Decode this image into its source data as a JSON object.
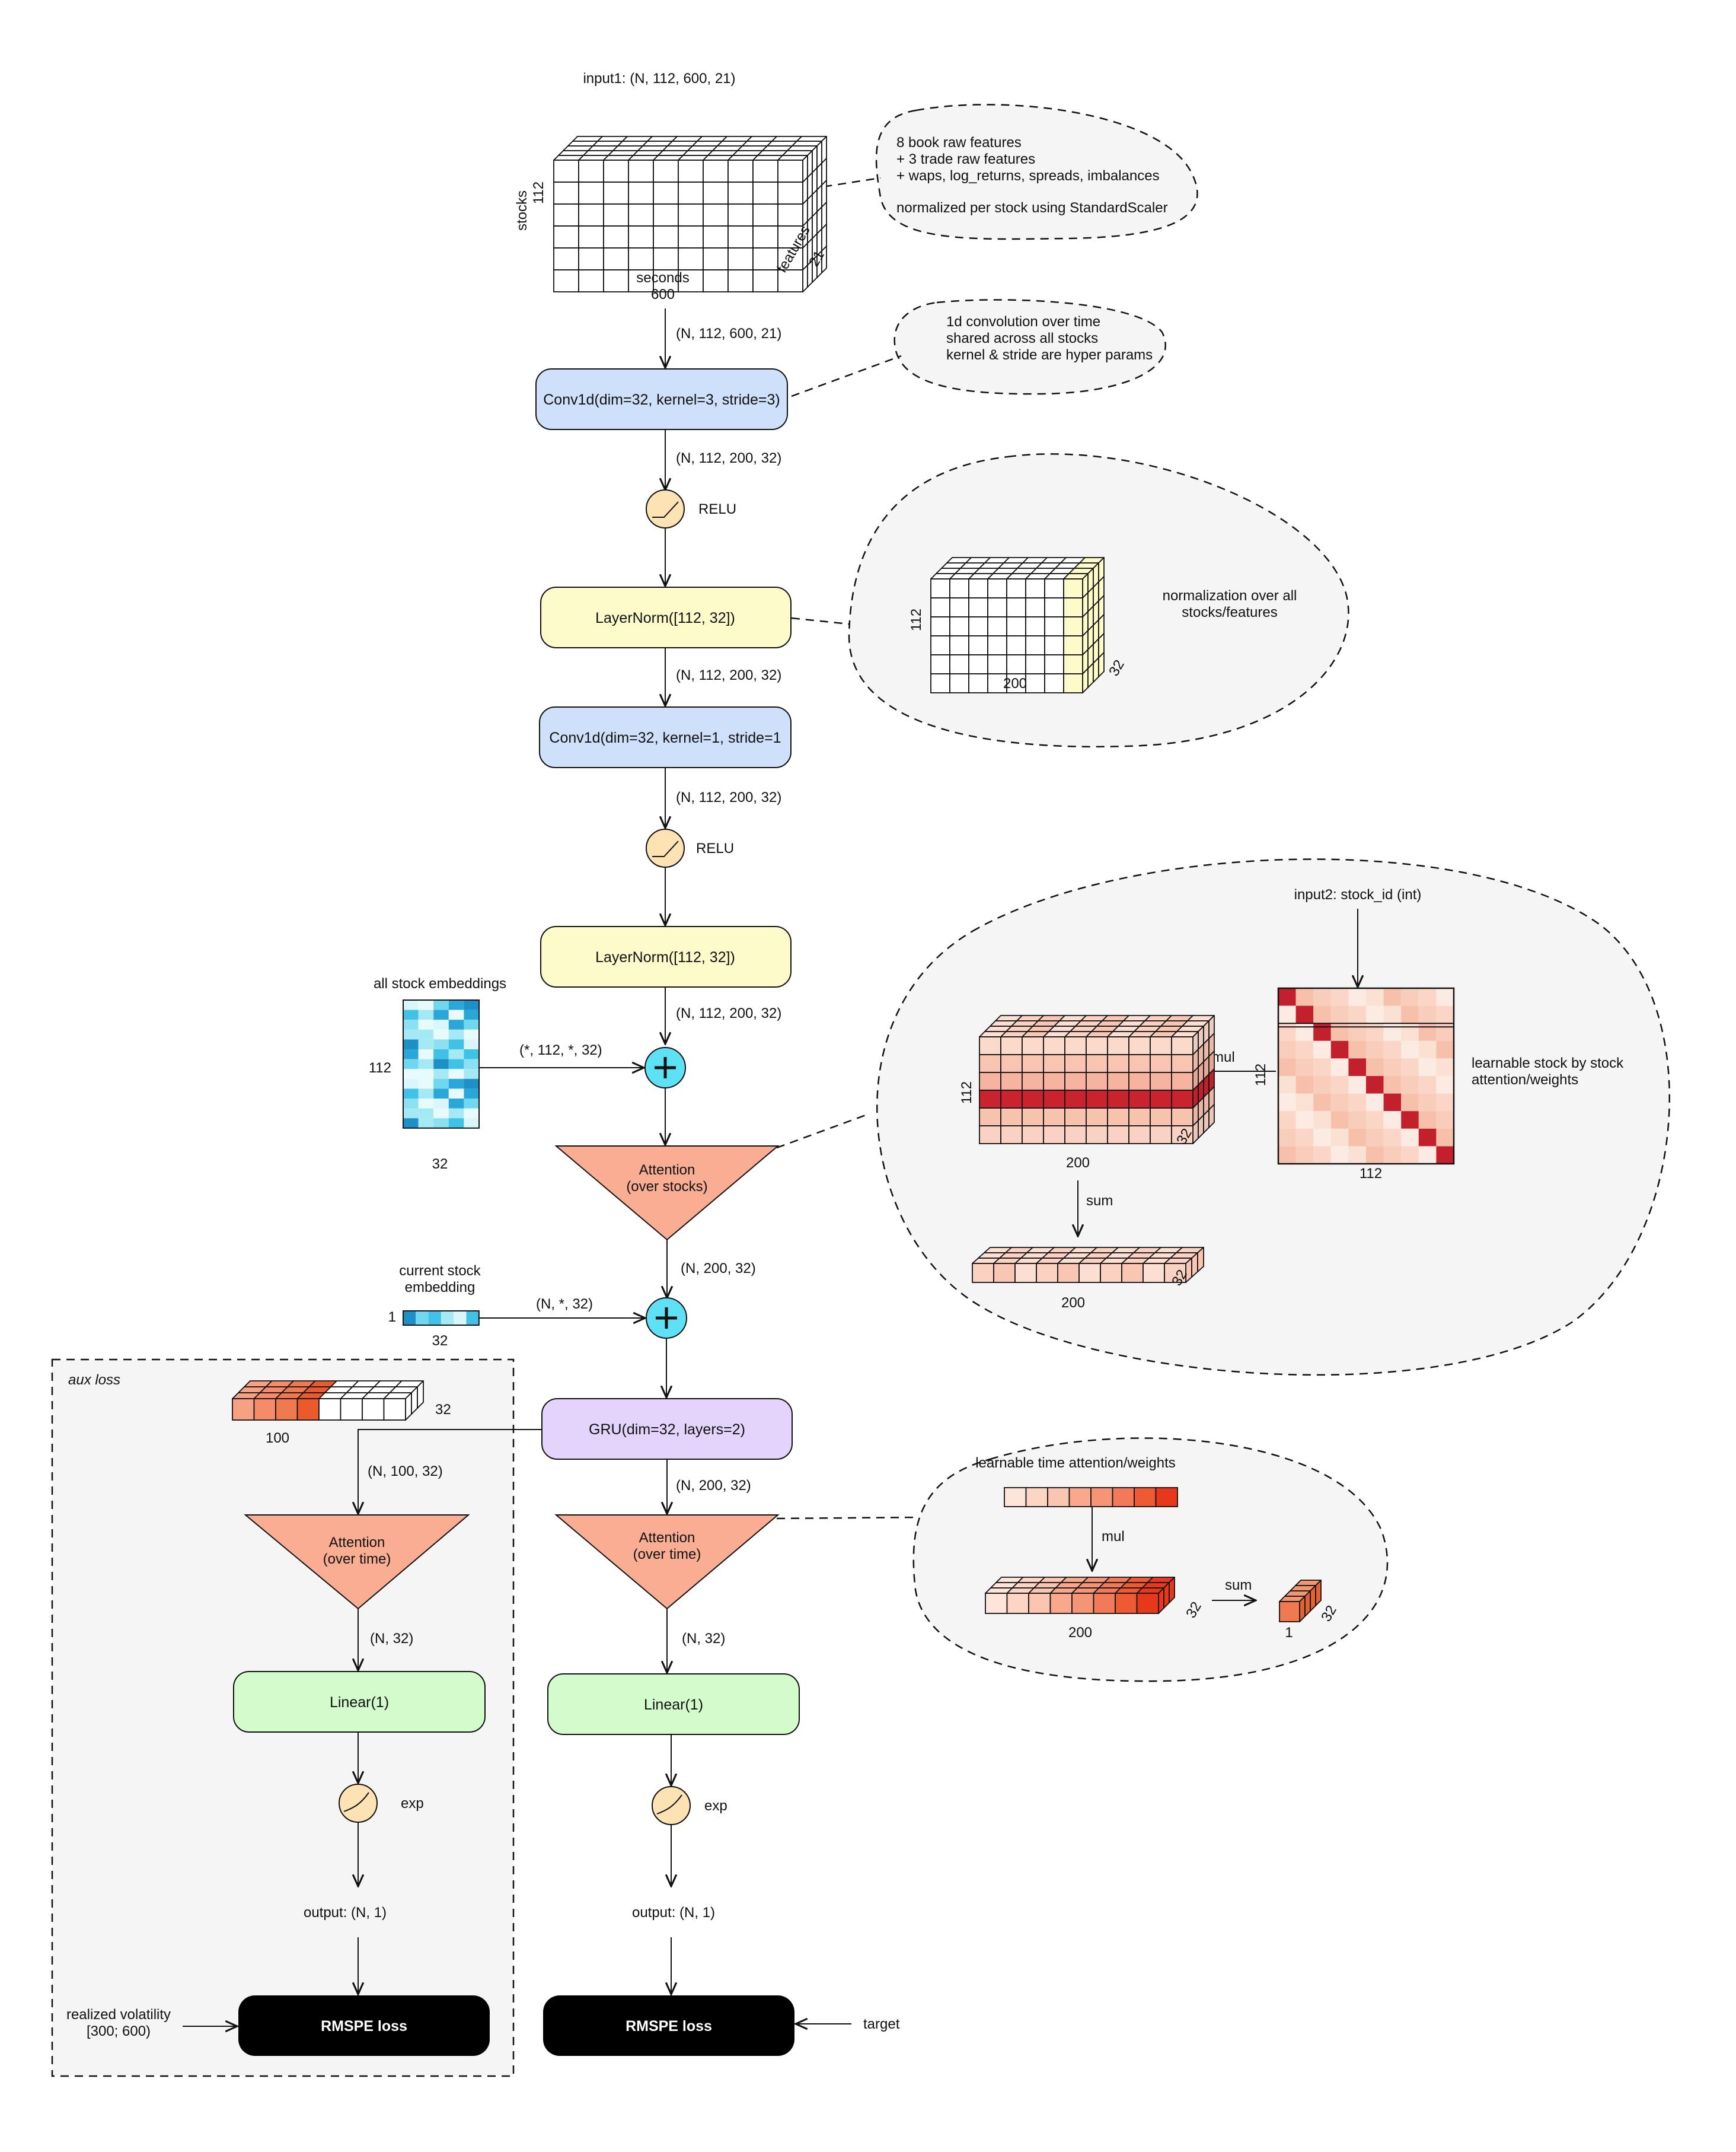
{
  "colors": {
    "conv": "#cfe0fb",
    "norm": "#fdfbc9",
    "gru": "#e4d4fb",
    "linear": "#d4fbcb",
    "attention": "#f9ad93",
    "activation": "#fde3b4",
    "plus": "#5ee0f5",
    "loss": "#000000",
    "bubble": "#f5f5f5",
    "aux_panel": "#f5f5f5"
  },
  "input": {
    "title": "input1: (N, 112, 600, 21)",
    "stocks_axis": "stocks",
    "stocks_count": "112",
    "seconds_axis": "seconds",
    "seconds_count": "600",
    "features_axis": "features",
    "features_count": "21"
  },
  "notes": {
    "features": {
      "line1": "8 book raw features",
      "line2": "+ 3 trade raw features",
      "line3": "+ waps, log_returns, spreads, imbalances",
      "line4": "normalized per stock using StandardScaler"
    },
    "conv": {
      "line1": "1d convolution over time",
      "line2": "shared across all stocks",
      "line3": "kernel & stride are hyper params"
    },
    "layernorm": {
      "line1": "normalization over all",
      "line2": "stocks/features",
      "dim_stocks": "112",
      "dim_time": "200",
      "dim_features": "32"
    },
    "stock_attention": {
      "input2": "input2: stock_id (int)",
      "weights_label_1": "learnable stock by stock",
      "weights_label_2": "attention/weights",
      "mul": "mul",
      "sum": "sum",
      "dim_stocks": "112",
      "dim_time": "200",
      "dim_features": "32",
      "matrix_rows": "112",
      "matrix_cols": "112",
      "summed_time": "200",
      "summed_features": "32"
    },
    "time_attention": {
      "title": "learnable time attention/weights",
      "mul": "mul",
      "sum": "sum",
      "dim_time": "200",
      "dim_features": "32",
      "result_dim1": "1",
      "result_dim2": "32"
    }
  },
  "shapes": {
    "after_input": "(N, 112, 600, 21)",
    "after_conv1": "(N, 112,  200, 32)",
    "after_norm1": "(N, 112,  200, 32)",
    "after_conv2": "(N, 112,  200, 32)",
    "after_norm2": "(N, 112,  200, 32)",
    "embed_all": "(*, 112, *, 32)",
    "after_stock_attention": "(N, 200, 32)",
    "embed_current": "(N, *, 32)",
    "after_gru_main": "(N, 200, 32)",
    "after_gru_aux": "(N, 100, 32)",
    "after_time_attention_main": "(N, 32)",
    "after_time_attention_aux": "(N, 32)"
  },
  "nodes": {
    "conv1": "Conv1d(dim=32, kernel=3, stride=3)",
    "relu1": "RELU",
    "norm1": "LayerNorm([112, 32])",
    "conv2": "Conv1d(dim=32, kernel=1, stride=1",
    "relu2": "RELU",
    "norm2": "LayerNorm([112, 32])",
    "attention_stocks_1": "Attention",
    "attention_stocks_2": "(over stocks)",
    "gru": "GRU(dim=32, layers=2)",
    "attention_time_1": "Attention",
    "attention_time_2": "(over time)",
    "linear": "Linear(1)",
    "exp": "exp",
    "output": "output: (N, 1)",
    "loss": "RMSPE loss",
    "target": "target"
  },
  "embeddings": {
    "all_title": "all stock embeddings",
    "all_rows": "112",
    "all_cols": "32",
    "current_title_1": "current stock",
    "current_title_2": "embedding",
    "current_rows": "1",
    "current_cols": "32"
  },
  "aux": {
    "panel_title": "aux loss",
    "slice_time": "100",
    "slice_features": "32",
    "attention_1": "Attention",
    "attention_2": "(over time)",
    "linear": "Linear(1)",
    "exp": "exp",
    "output": "output: (N, 1)",
    "loss": "RMSPE loss",
    "target_1": "realized volatility",
    "target_2": "[300; 600)"
  }
}
